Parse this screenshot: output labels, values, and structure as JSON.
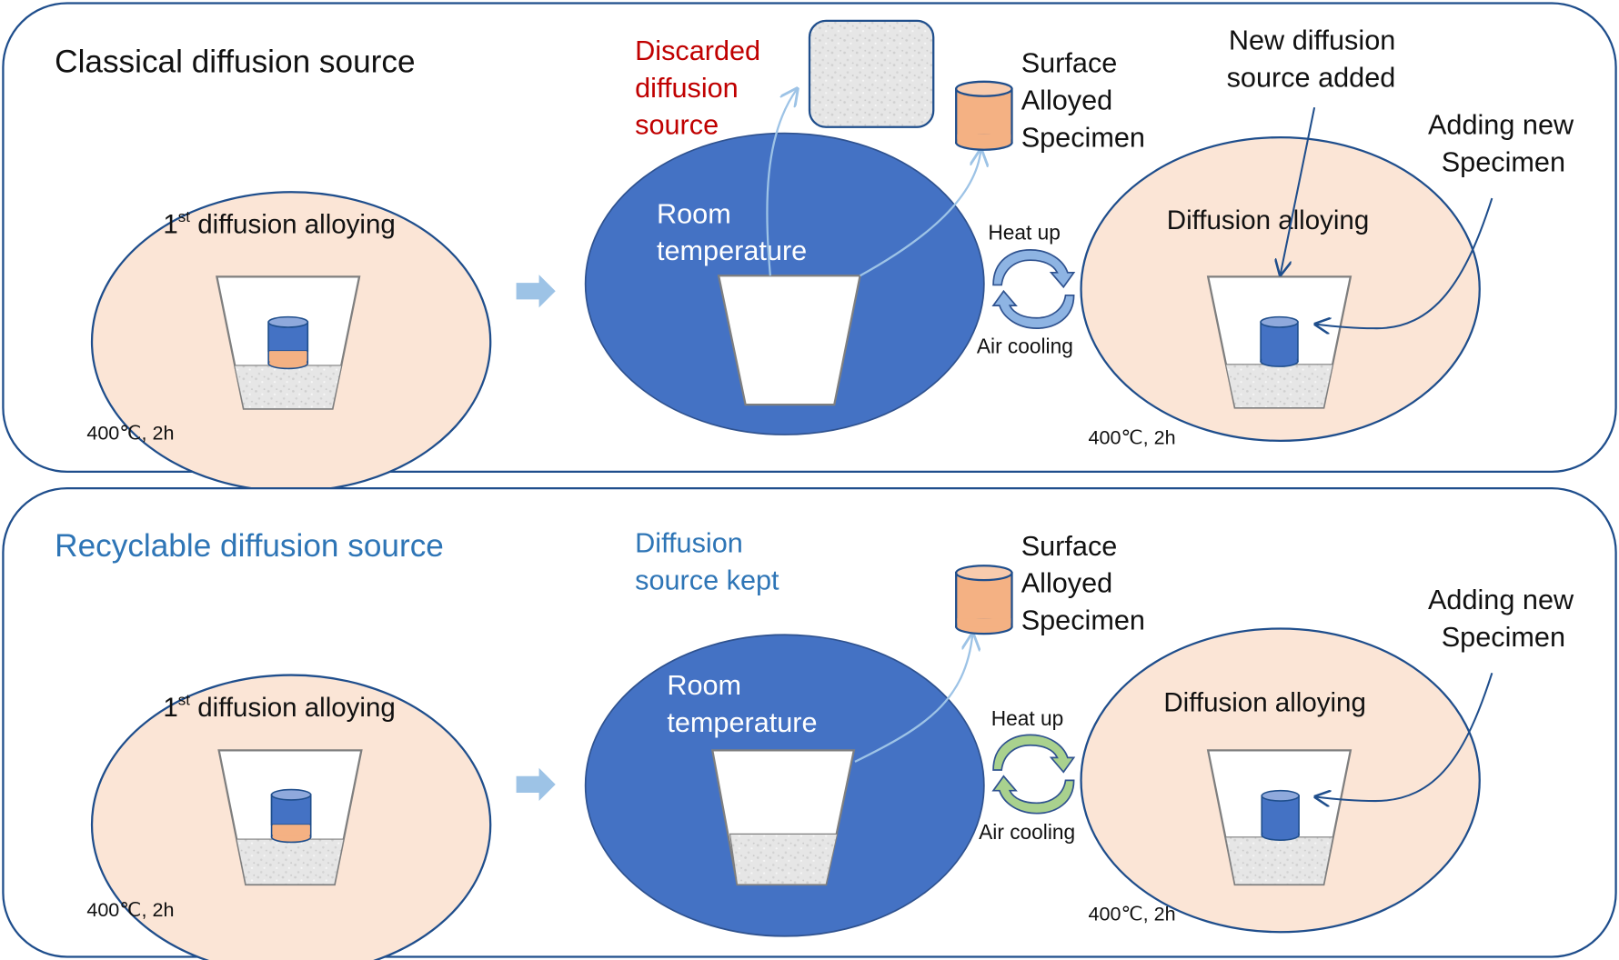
{
  "colors": {
    "panel_border": "#1f4e8c",
    "hot_fill": "#fbe5d6",
    "cold_fill": "#4472c4",
    "cold_text": "#ffffff",
    "specimen_blue": "#4472c4",
    "specimen_orange": "#f4b183",
    "powder": "#e4e4e4",
    "arrow_light": "#9dc3e6",
    "discarded_red": "#c00000",
    "kept_blue": "#2e75b6",
    "cycle_blue": "#8eb4e3",
    "cycle_green": "#a9d18e",
    "ink": "#111111"
  },
  "panels": [
    {
      "title": "Classical diffusion source",
      "stage1": {
        "label_num": "1",
        "label_sup": "st",
        "label_rest": " diffusion alloying",
        "condition": "400℃, 2h"
      },
      "stage2": {
        "label_line1": "Room",
        "label_line2": "temperature"
      },
      "source_note": {
        "line1": "Discarded",
        "line2": "diffusion",
        "line3": "source"
      },
      "product": {
        "line1": "Surface",
        "line2": "Alloyed",
        "line3": "Specimen"
      },
      "cycle": {
        "top": "Heat up",
        "bottom": "Air cooling"
      },
      "stage3": {
        "label": "Diffusion alloying",
        "condition": "400℃, 2h"
      },
      "new_source": {
        "line1": "New diffusion",
        "line2": "source added"
      },
      "new_specimen": {
        "line1": "Adding new",
        "line2": "Specimen"
      }
    },
    {
      "title": "Recyclable diffusion source",
      "stage1": {
        "label_num": "1",
        "label_sup": "st",
        "label_rest": " diffusion alloying",
        "condition": "400℃, 2h"
      },
      "stage2": {
        "label_line1": "Room",
        "label_line2": "temperature"
      },
      "source_note": {
        "line1": "Diffusion",
        "line2": "source kept"
      },
      "product": {
        "line1": "Surface",
        "line2": "Alloyed",
        "line3": "Specimen"
      },
      "cycle": {
        "top": "Heat up",
        "bottom": "Air cooling"
      },
      "stage3": {
        "label": "Diffusion alloying",
        "condition": "400℃, 2h"
      },
      "new_specimen": {
        "line1": "Adding new",
        "line2": "Specimen"
      }
    }
  ]
}
